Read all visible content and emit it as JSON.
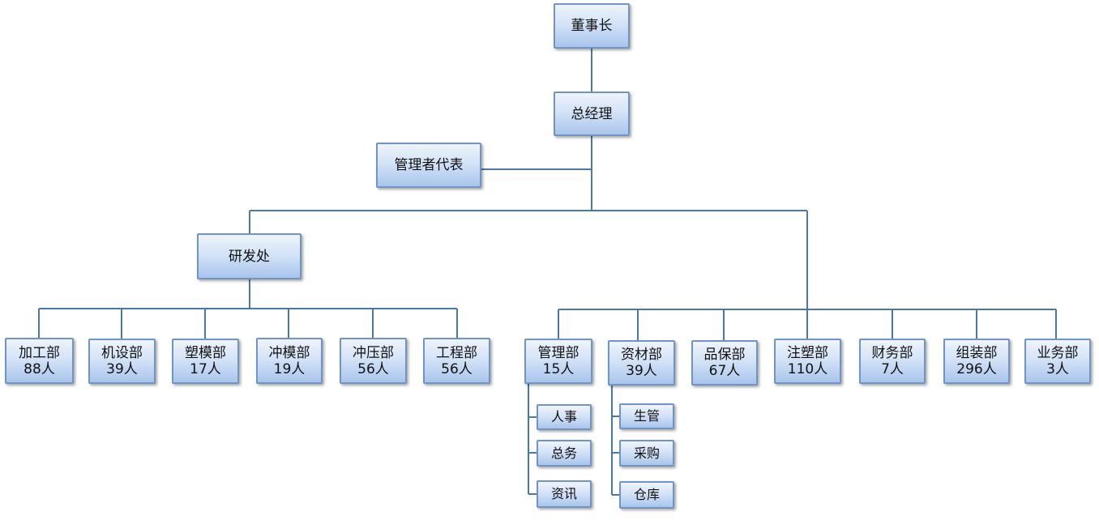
{
  "chairman": "董事长",
  "general_manager": "总经理",
  "management_representative": "管理者代表",
  "rd_office": "研发处",
  "rd_departments": [
    {
      "name": "加工部",
      "count": "88人"
    },
    {
      "name": "机设部",
      "count": "39人"
    },
    {
      "name": "塑模部",
      "count": "17人"
    },
    {
      "name": "冲模部",
      "count": "19人"
    },
    {
      "name": "冲压部",
      "count": "56人"
    },
    {
      "name": "工程部",
      "count": "56人"
    }
  ],
  "departments": [
    {
      "name": "管理部",
      "count": "15人"
    },
    {
      "name": "资材部",
      "count": "39人"
    },
    {
      "name": "品保部",
      "count": "67人"
    },
    {
      "name": "注塑部",
      "count": "110人"
    },
    {
      "name": "财务部",
      "count": "7人"
    },
    {
      "name": "组装部",
      "count": "296人"
    },
    {
      "name": "业务部",
      "count": "3人"
    }
  ],
  "management_subunits": [
    "人事",
    "总务",
    "资讯"
  ],
  "materials_subunits": [
    "生管",
    "采购",
    "仓库"
  ]
}
